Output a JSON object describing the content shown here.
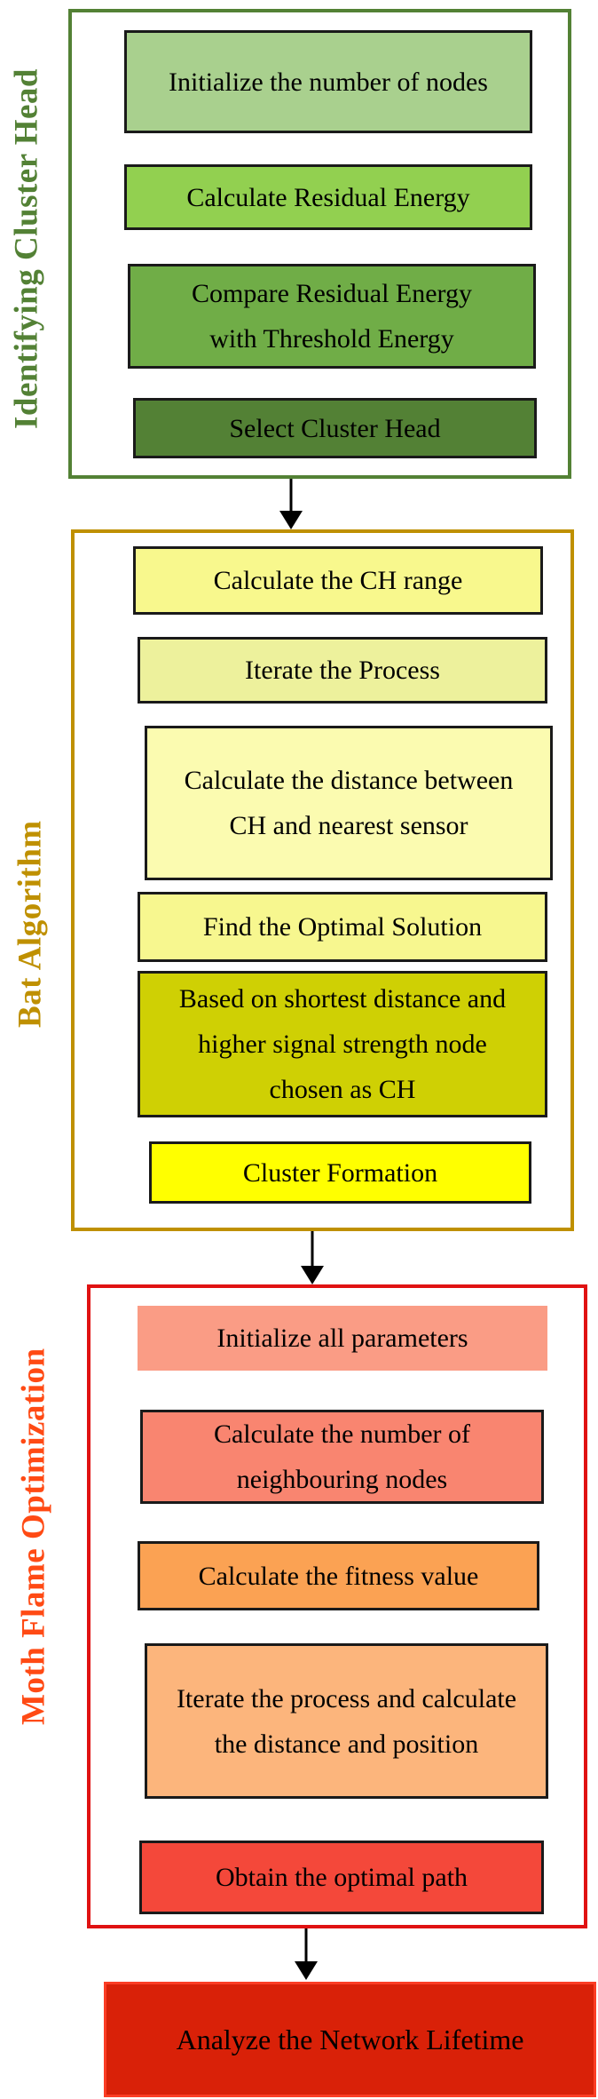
{
  "ui": {
    "box_border_color": "#1a1a1a",
    "arrow_color": "#000000",
    "background_color": "#ffffff"
  },
  "sections": [
    {
      "label": "Identifying Cluster Head",
      "accent_color": "#538135",
      "label_color": "#538135",
      "boxes": [
        {
          "text": "Initialize the number of nodes",
          "fill": "#a9d08e"
        },
        {
          "text": "Calculate Residual Energy",
          "fill": "#92d050"
        },
        {
          "text": "Compare Residual Energy with Threshold Energy",
          "fill": "#70ad47"
        },
        {
          "text": "Select Cluster Head",
          "fill": "#538135"
        }
      ]
    },
    {
      "label": "Bat Algorithm",
      "accent_color": "#bf9000",
      "label_color": "#bf9000",
      "boxes": [
        {
          "text": "Calculate the CH range",
          "fill": "#f8f88d"
        },
        {
          "text": "Iterate the Process",
          "fill": "#edf19c"
        },
        {
          "text": "Calculate the distance between CH and nearest sensor",
          "fill": "#fbfbb0"
        },
        {
          "text": "Find the Optimal Solution",
          "fill": "#f7f78f"
        },
        {
          "text": "Based on shortest distance and higher signal strength node chosen as CH",
          "fill": "#cfd004"
        },
        {
          "text": "Cluster Formation",
          "fill": "#ffff00"
        }
      ]
    },
    {
      "label": "Moth Flame Optimization",
      "accent_color": "#e01212",
      "label_color": "#ff4a14",
      "boxes": [
        {
          "text": "Initialize all parameters",
          "fill": "#fa9c85"
        },
        {
          "text": "Calculate the number of neighbouring nodes",
          "fill": "#f98570"
        },
        {
          "text": "Calculate the fitness value",
          "fill": "#fba253"
        },
        {
          "text": "Iterate the process and calculate the distance and position",
          "fill": "#fcb57c"
        },
        {
          "text": "Obtain the optimal path",
          "fill": "#f4483a"
        }
      ]
    }
  ],
  "final_box": {
    "text": "Analyze the Network Lifetime",
    "fill": "#d92108",
    "border_color": "#fb3d24"
  }
}
